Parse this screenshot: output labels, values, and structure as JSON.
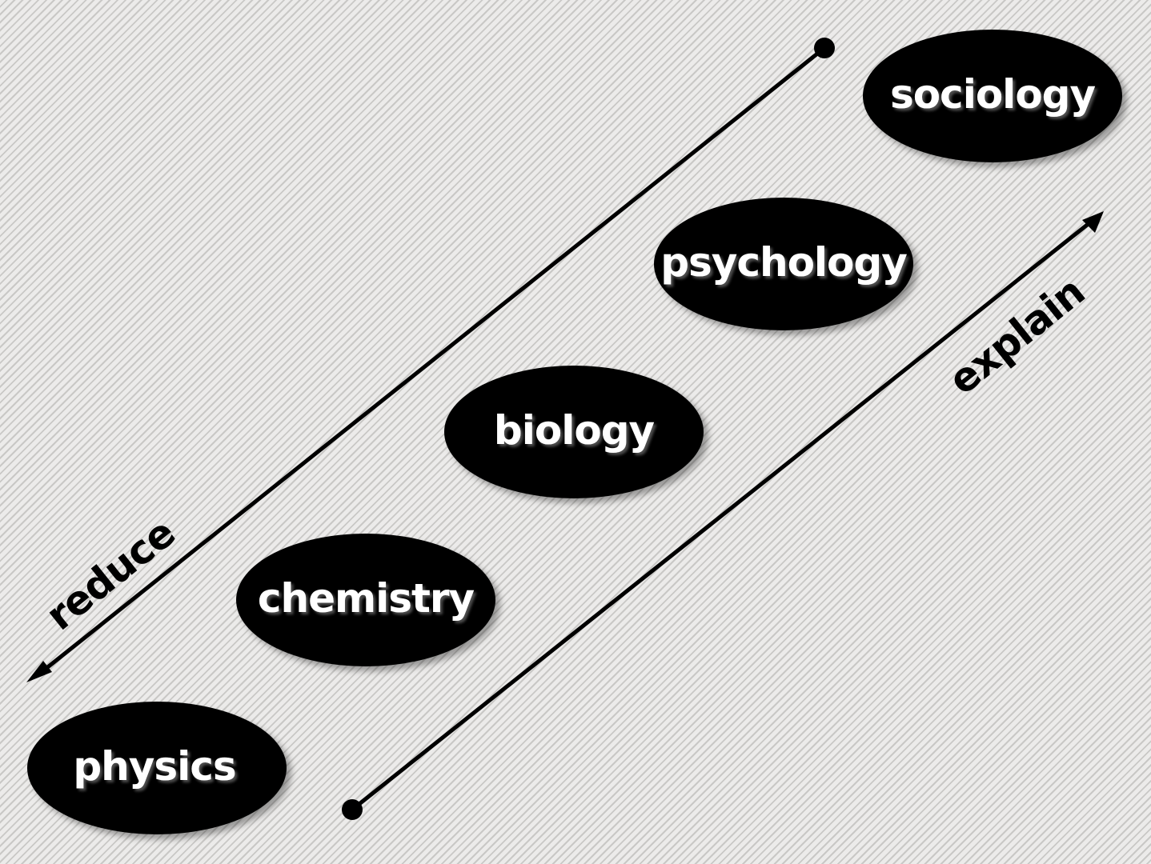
{
  "diagram": {
    "nodes": [
      {
        "label": "physics"
      },
      {
        "label": "chemistry"
      },
      {
        "label": "biology"
      },
      {
        "label": "psychology"
      },
      {
        "label": "sociology"
      }
    ],
    "axes": {
      "reduce_label": "reduce",
      "explain_label": "explain"
    }
  },
  "colors": {
    "node_fill": "#000000",
    "node_text": "#ffffff",
    "line": "#000000",
    "background": "#ecebea",
    "stripe": "#c9c8c6"
  }
}
